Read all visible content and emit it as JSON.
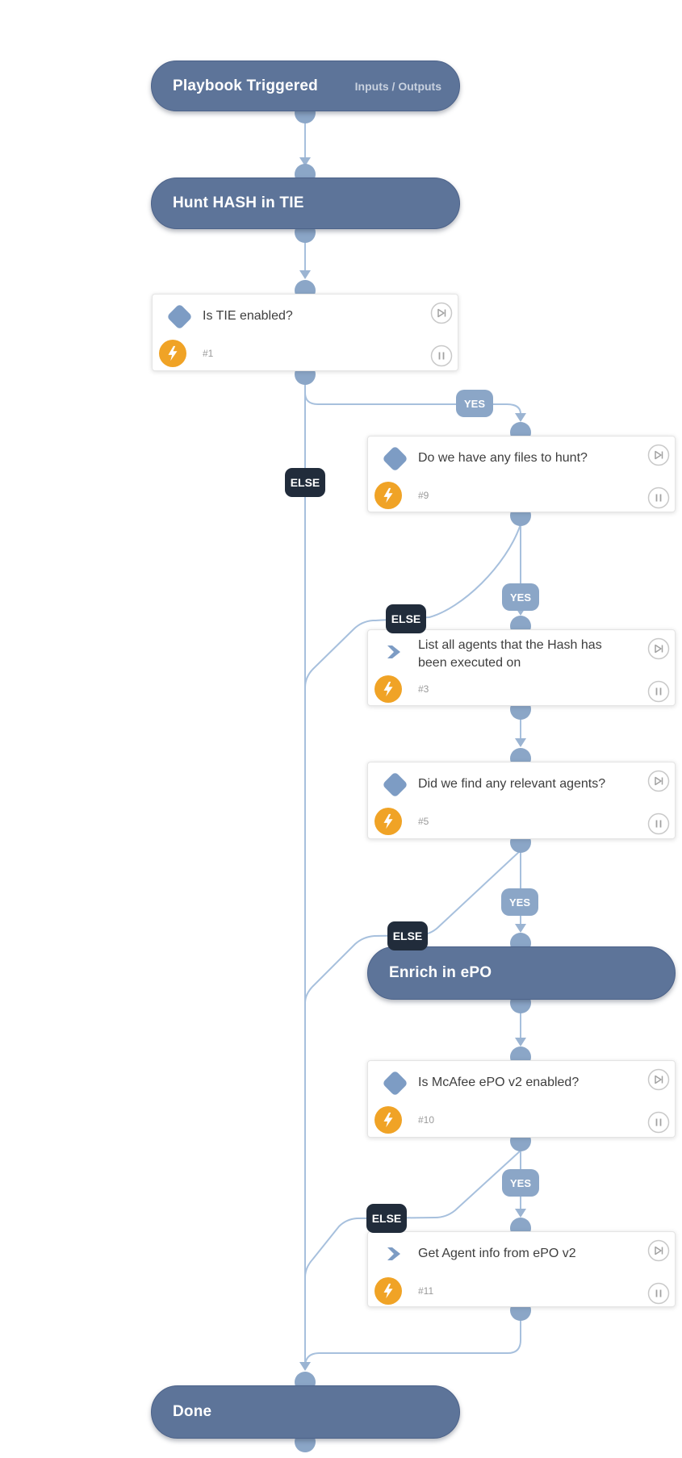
{
  "labels": {
    "yes": "YES",
    "else": "ELSE"
  },
  "nodes": {
    "playbook": {
      "title": "Playbook Triggered",
      "link": "Inputs / Outputs"
    },
    "hunt": {
      "title": "Hunt HASH in TIE"
    },
    "is_tie": {
      "title": "Is TIE enabled?",
      "id": "#1"
    },
    "files": {
      "title": "Do we have any files to hunt?",
      "id": "#9"
    },
    "list_agents": {
      "title": "List all agents that the Hash has been executed on",
      "id": "#3"
    },
    "find_agents": {
      "title": "Did we find any relevant agents?",
      "id": "#5"
    },
    "enrich": {
      "title": "Enrich in ePO"
    },
    "mcafee": {
      "title": "Is McAfee ePO v2 enabled?",
      "id": "#10"
    },
    "agent_info": {
      "title": "Get Agent info from ePO v2",
      "id": "#11"
    },
    "done": {
      "title": "Done"
    }
  },
  "icons": {
    "condition": "diamond",
    "task": "chevron-right",
    "automation": "lightning-bolt",
    "skip": "skip-to-end",
    "pause": "pause"
  },
  "colors": {
    "pill": "#5d7499",
    "pill-border": "#4d638a",
    "node": "#8ba6c7",
    "line": "#a7c0dd",
    "else": "#212c3b",
    "bolt": "#f0a326",
    "icon-blue": "#7d9cc4"
  }
}
